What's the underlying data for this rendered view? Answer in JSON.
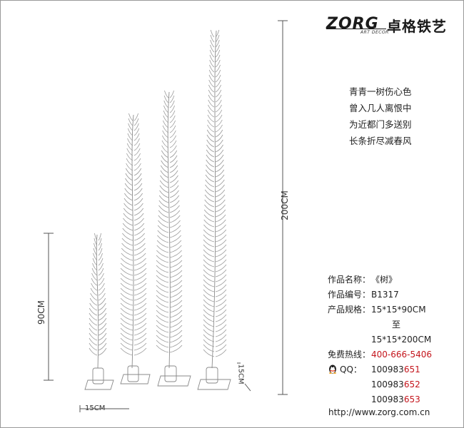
{
  "brand": {
    "logo_word": "ZORG",
    "logo_sub": "ART DECOR",
    "name_cn": "卓格铁艺"
  },
  "poem": [
    "青青一树伤心色",
    "曾入几人离恨中",
    "为近都门多送别",
    "长条折尽减春风"
  ],
  "product": {
    "name_label": "作品名称：",
    "name_value": "《树》",
    "code_label": "作品编号：",
    "code_value": "B1317",
    "spec_label": "产品规格：",
    "spec_min": "15*15*90CM",
    "spec_to": "至",
    "spec_max": "15*15*200CM"
  },
  "contact": {
    "hotline_label": "免费热线：",
    "hotline": "400-666-5406",
    "qq_label": "QQ：",
    "qq": [
      {
        "prefix": "100983",
        "suffix": "651"
      },
      {
        "prefix": "100983",
        "suffix": "652"
      },
      {
        "prefix": "100983",
        "suffix": "653"
      }
    ],
    "website": "http://www.zorg.com.cn"
  },
  "dimensions": {
    "height_small": "90CM",
    "height_large": "200CM",
    "base_width": "15CM",
    "base_depth": "15CM"
  },
  "colors": {
    "accent_red": "#c4151c",
    "text": "#222222",
    "line": "#555555"
  }
}
